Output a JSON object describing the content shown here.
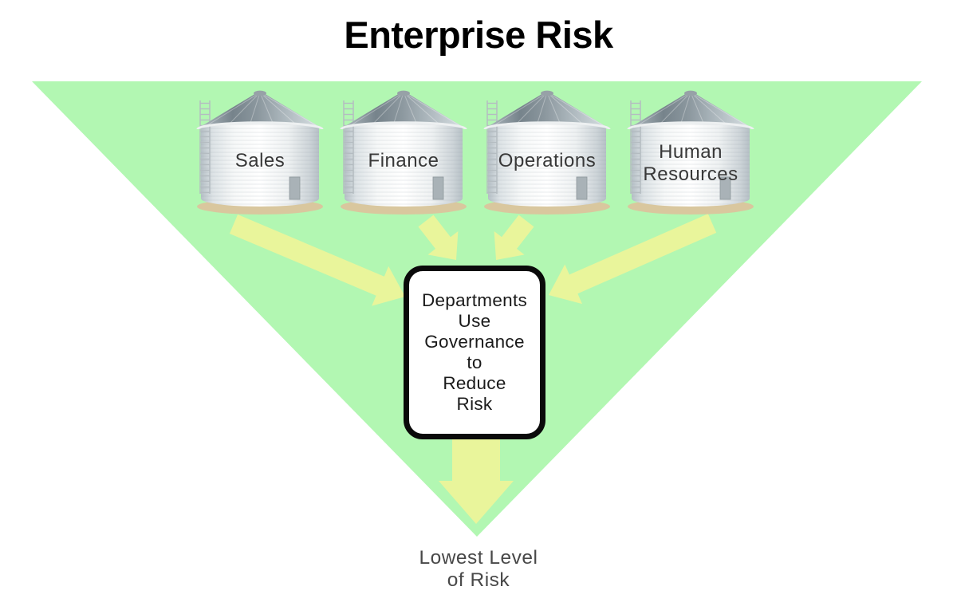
{
  "title": "Enterprise Risk",
  "colors": {
    "triangle": "#b2f7b2",
    "arrow": "#e9f59b",
    "box_background": "#ffffff",
    "box_border": "#0a0a0a",
    "silo_base": "#d9c79e"
  },
  "silos": [
    {
      "id": "sales",
      "label_lines": [
        "Sales"
      ]
    },
    {
      "id": "finance",
      "label_lines": [
        "Finance"
      ]
    },
    {
      "id": "operations",
      "label_lines": [
        "Operations"
      ]
    },
    {
      "id": "human-resources",
      "label_lines": [
        "Human",
        "Resources"
      ]
    }
  ],
  "center_box": {
    "lines": [
      "Departments",
      "Use",
      "Governance",
      "to",
      "Reduce",
      "Risk"
    ]
  },
  "caption": {
    "lines": [
      "Lowest Level",
      "of Risk"
    ]
  }
}
